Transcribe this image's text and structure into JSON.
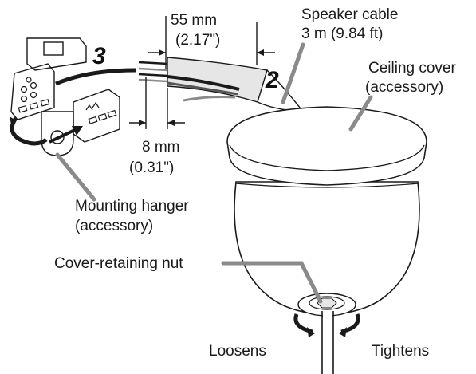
{
  "labels": {
    "dim_55_mm": "55 mm",
    "dim_55_in": "(2.17\")",
    "dim_8_mm": "8 mm",
    "dim_8_in": "(0.31\")",
    "speaker_cable_line1": "Speaker cable",
    "speaker_cable_line2": "3 m (9.84 ft)",
    "ceiling_cover_line1": "Ceiling cover",
    "ceiling_cover_line2": "(accessory)",
    "mounting_hanger_line1": "Mounting hanger",
    "mounting_hanger_line2": "(accessory)",
    "cover_nut": "Cover-retaining nut",
    "loosens": "Loosens",
    "tightens": "Tightens"
  },
  "steps": {
    "step_2": "2",
    "step_3": "3"
  },
  "colors": {
    "ink": "#1a1a1a",
    "leader_gray": "#8a8a8a",
    "cable_fill": "#e6e6e6",
    "dome_fill": "#ffffff"
  }
}
